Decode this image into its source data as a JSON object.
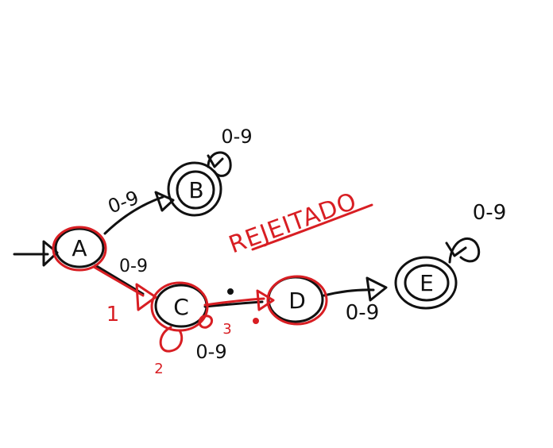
{
  "colors": {
    "ink": "#111111",
    "annotation": "#d81e23"
  },
  "states": {
    "a": {
      "label": "A"
    },
    "b": {
      "label": "B"
    },
    "c": {
      "label": "C"
    },
    "d": {
      "label": "D"
    },
    "e": {
      "label": "E"
    }
  },
  "transitions": {
    "a_b": "0-9",
    "b_loop": "0-9",
    "a_c": "0-9",
    "c_loop": "0-9",
    "c_d": ".",
    "d_e": "0-9",
    "e_loop": "0-9"
  },
  "trace": {
    "step1": "1",
    "step2": "2",
    "step3": "3",
    "dot": "."
  },
  "result_label": "REJEITADO"
}
